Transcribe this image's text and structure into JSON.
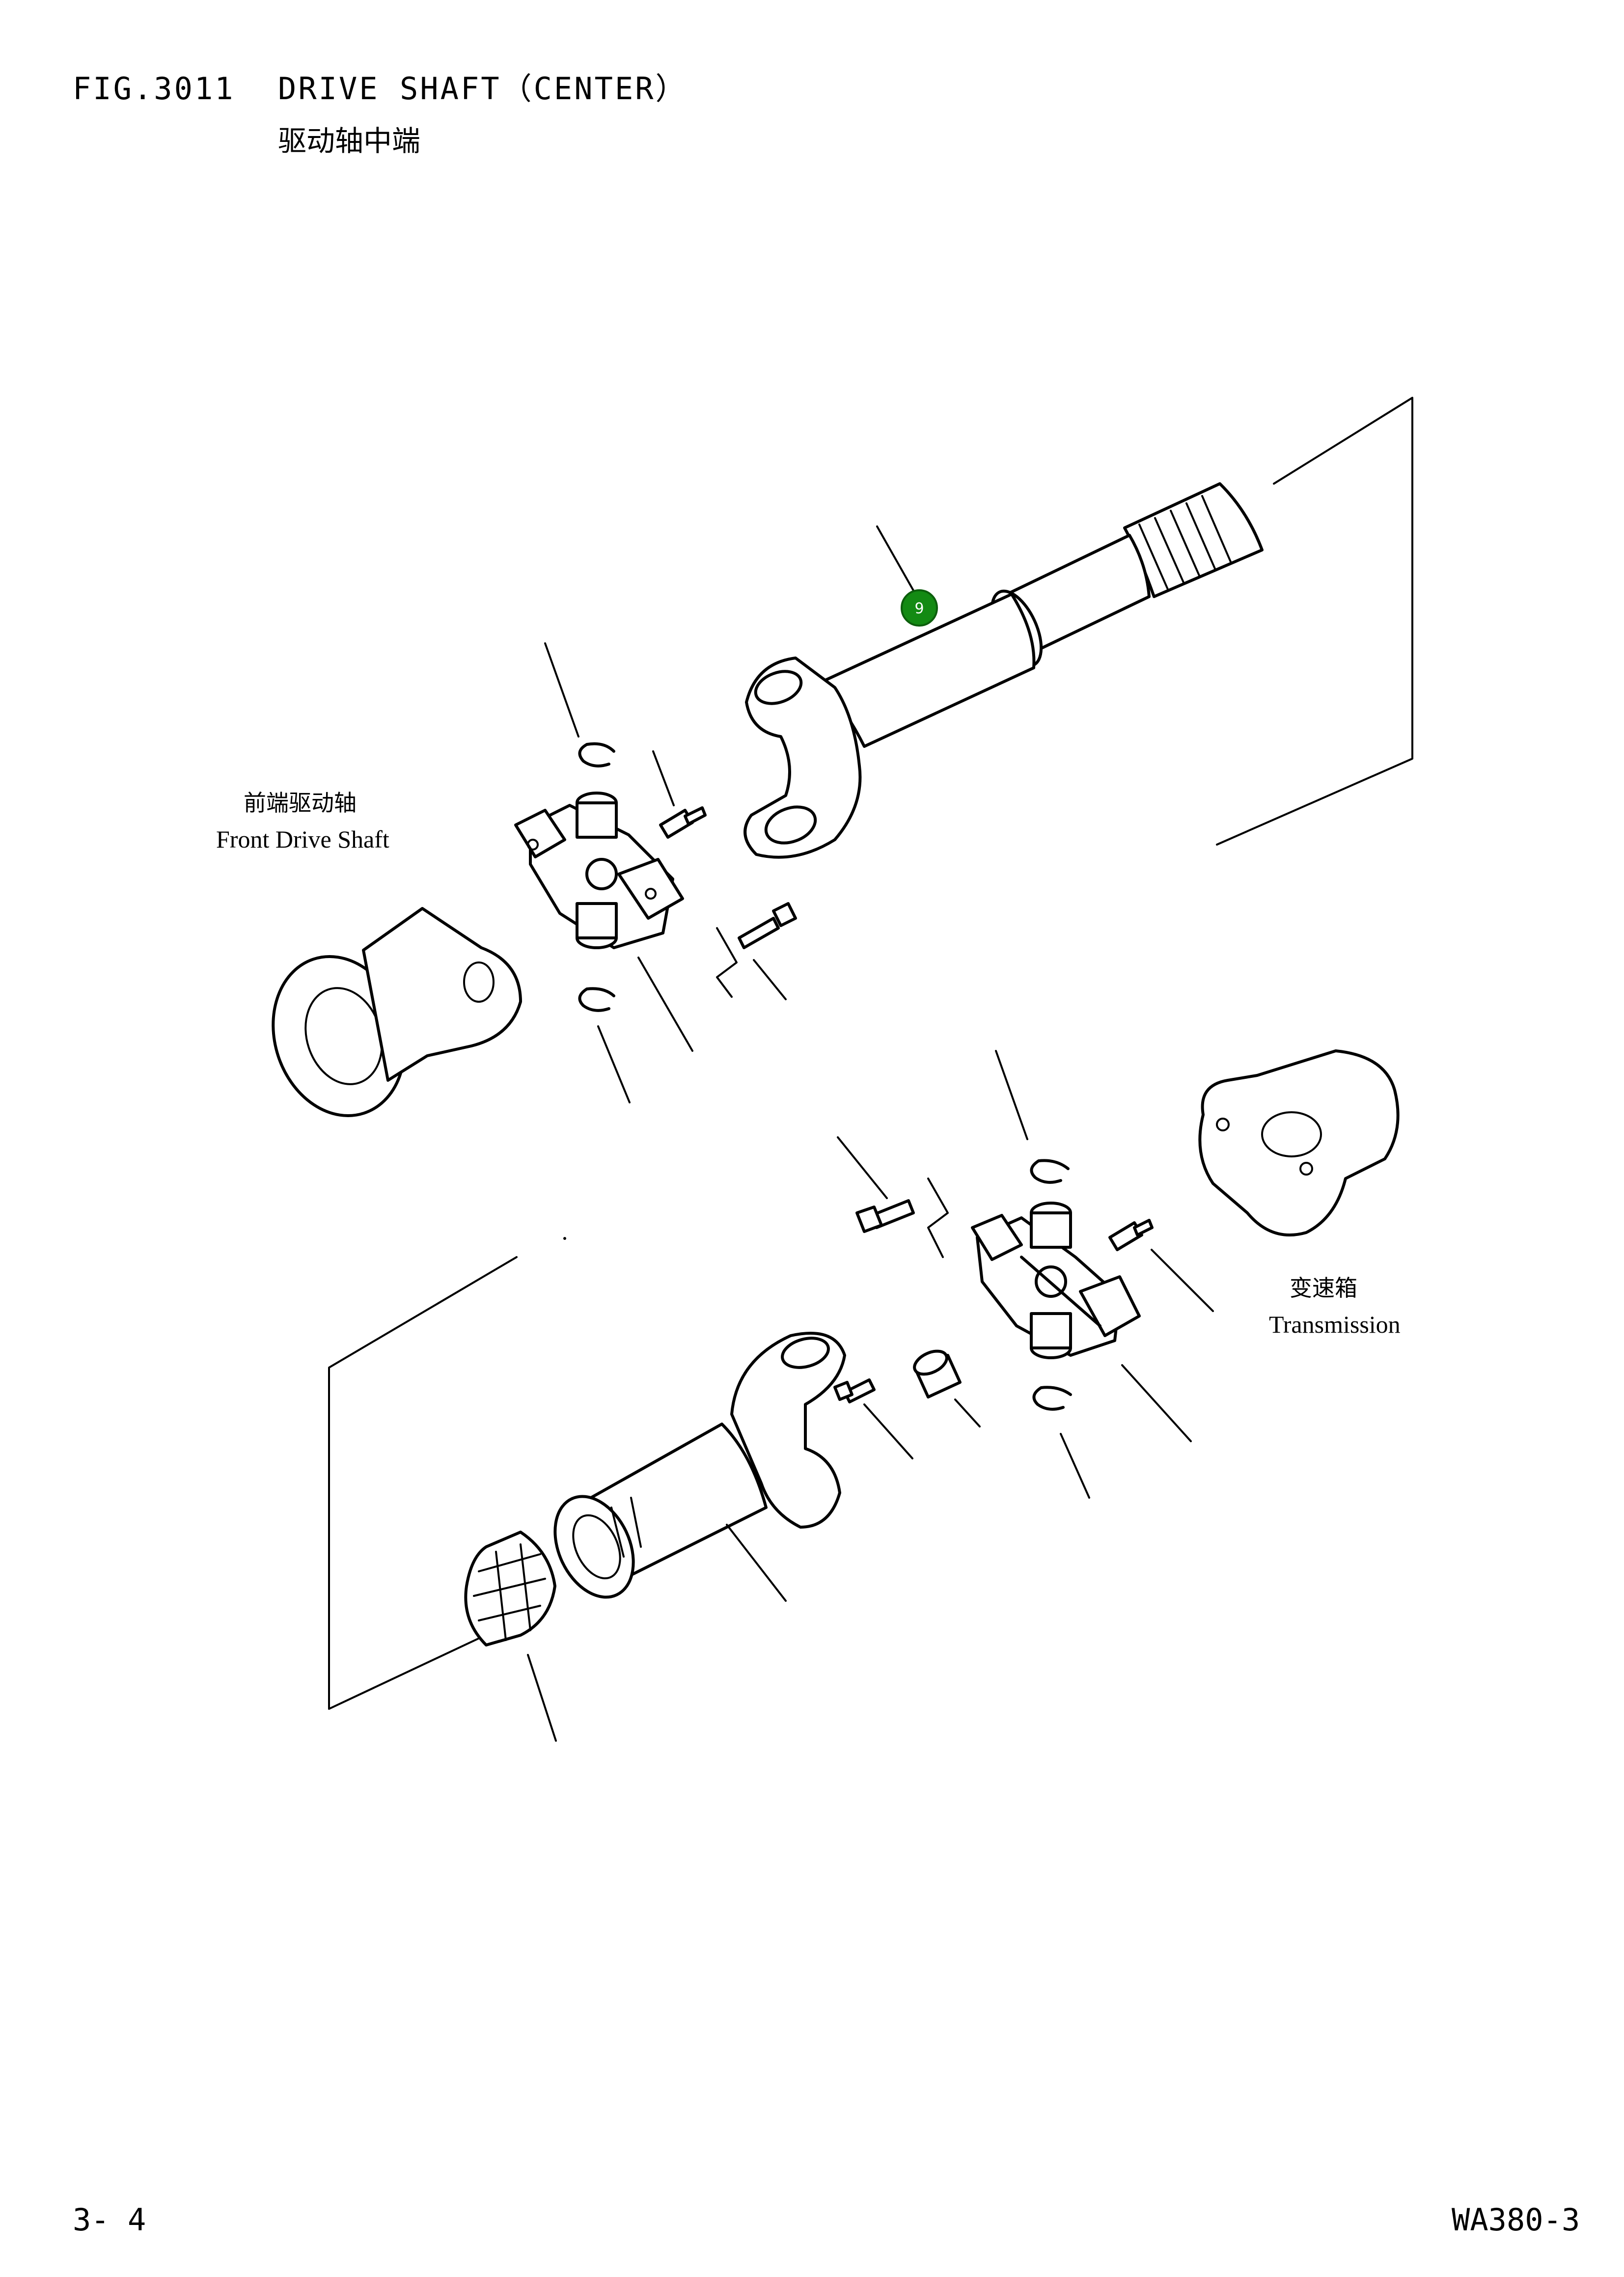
{
  "header": {
    "fig_number": "FIG.3011",
    "title_en": "DRIVE SHAFT（CENTER）",
    "title_cn": "驱动轴中端"
  },
  "labels": {
    "front_drive_shaft_cn": "前端驱动轴",
    "front_drive_shaft_en": "Front Drive Shaft",
    "transmission_cn": "变速箱",
    "transmission_en": "Transmission"
  },
  "callout": {
    "number": "9",
    "color": "#138a13"
  },
  "footer": {
    "page": "3- 4",
    "model": "WA380-3"
  }
}
